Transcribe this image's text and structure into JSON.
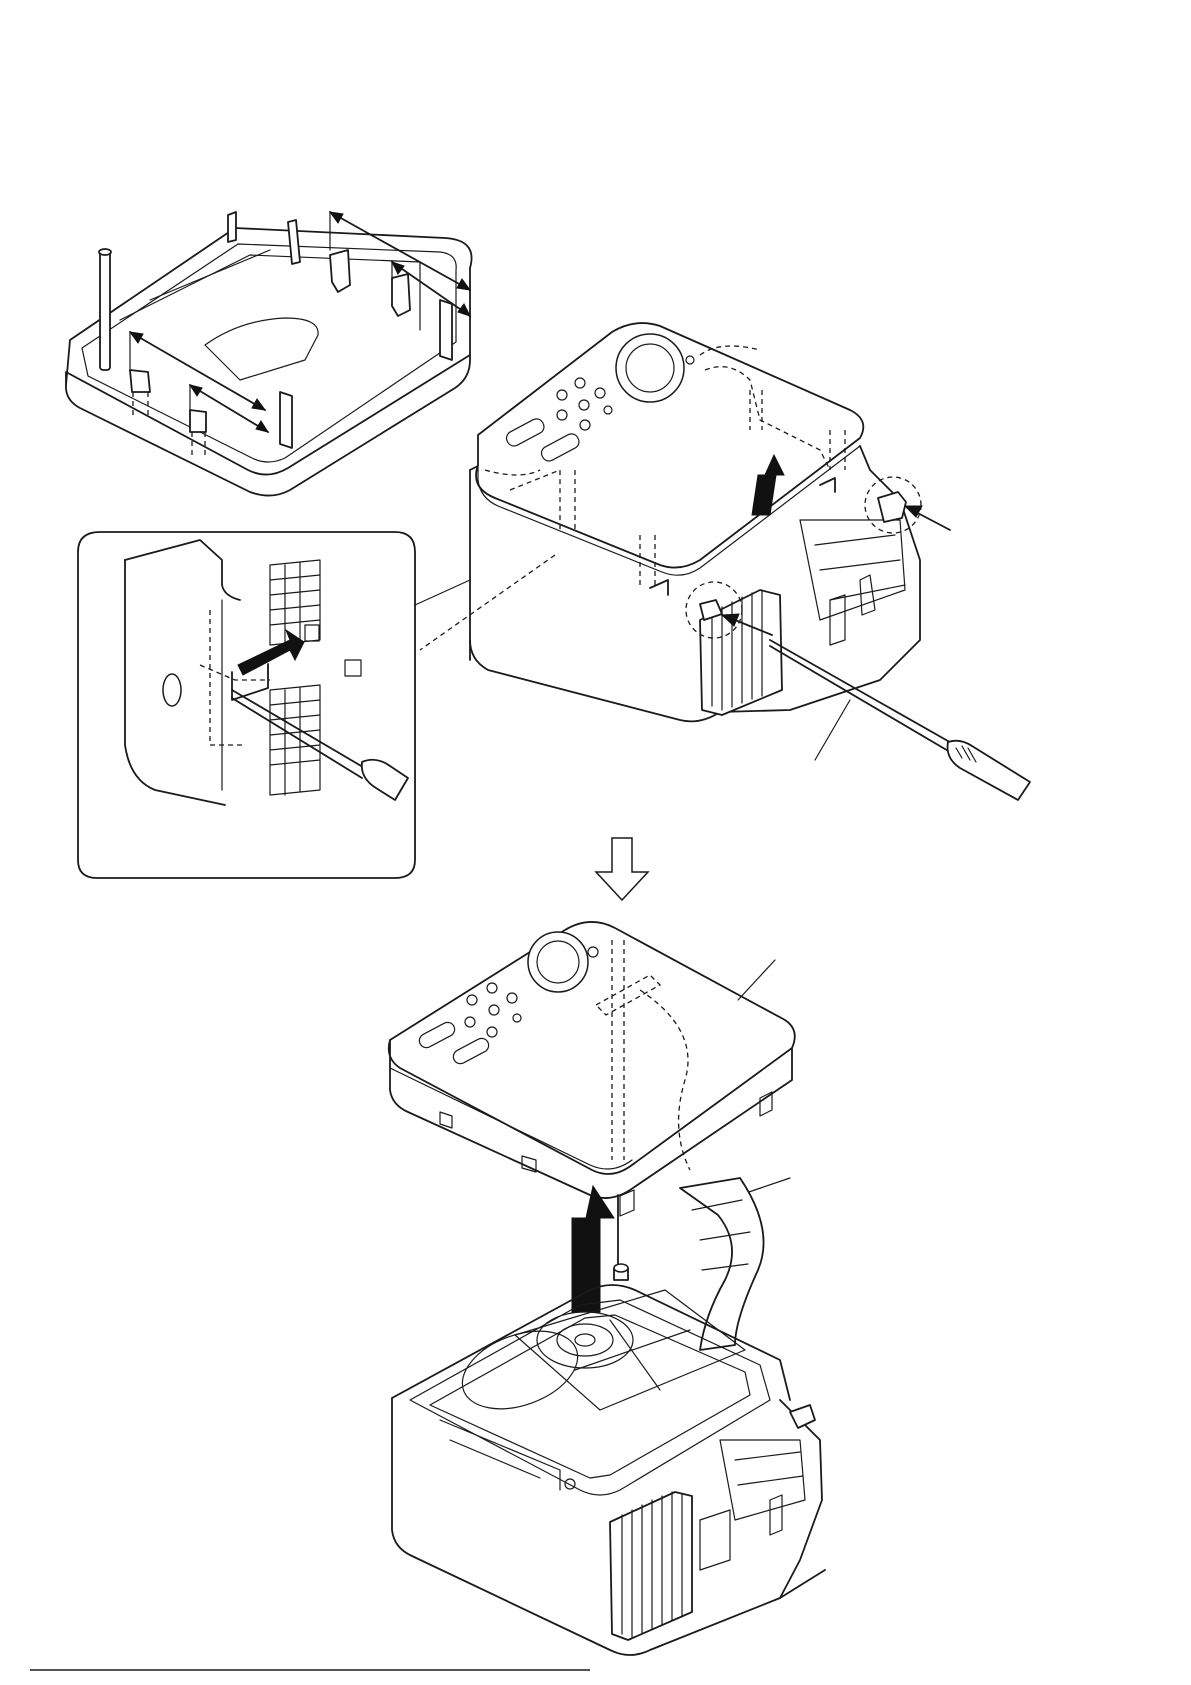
{
  "diagram": {
    "domain": "Diagram",
    "views": [
      "bottom-cabinet-view",
      "screwdriver-release-view",
      "detail-inset",
      "top-cover-removal-view"
    ],
    "colors": {
      "line": "#1a1a1a",
      "paper": "#ffffff",
      "arrow": "#111111"
    },
    "icons": {
      "lift-direction": "up-arrow-icon",
      "next-step": "down-arrow-icon",
      "push-direction": "push-arrow-icon"
    }
  }
}
